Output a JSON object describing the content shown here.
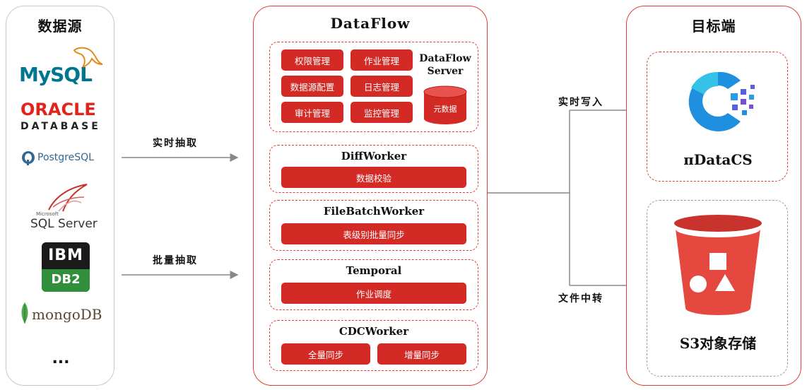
{
  "source": {
    "title": "数据源",
    "logos": {
      "mysql": "MySQL",
      "oracle_top": "ORACLE",
      "oracle_bottom": "DATABASE",
      "postgres": "PostgreSQL",
      "sqlserver_small": "Microsoft",
      "sqlserver": "SQL Server",
      "ibm": "IBM",
      "db2": "DB2",
      "mongo": "mongoDB"
    },
    "more": "..."
  },
  "flows": {
    "realtime_extract": "实时抽取",
    "batch_extract": "批量抽取",
    "realtime_write": "实时写入",
    "file_transfer": "文件中转"
  },
  "dataflow": {
    "title": "DataFlow",
    "server": {
      "label_line1": "DataFlow",
      "label_line2": "Server",
      "buttons": [
        "权限管理",
        "作业管理",
        "数据源配置",
        "日志管理",
        "审计管理",
        "监控管理"
      ],
      "metadata": "元数据"
    },
    "diffworker": {
      "title": "DiffWorker",
      "button": "数据校验"
    },
    "filebatch": {
      "title": "FileBatchWorker",
      "button": "表级别批量同步"
    },
    "temporal": {
      "title": "Temporal",
      "button": "作业调度"
    },
    "cdc": {
      "title": "CDCWorker",
      "buttons": [
        "全量同步",
        "增量同步"
      ]
    }
  },
  "target": {
    "title": "目标端",
    "pidatacs": "πDataCS",
    "s3": "S3对象存储"
  },
  "colors": {
    "accent": "#d42a25",
    "border_red": "#e0403a",
    "dash_gray": "#9a9a9a"
  }
}
